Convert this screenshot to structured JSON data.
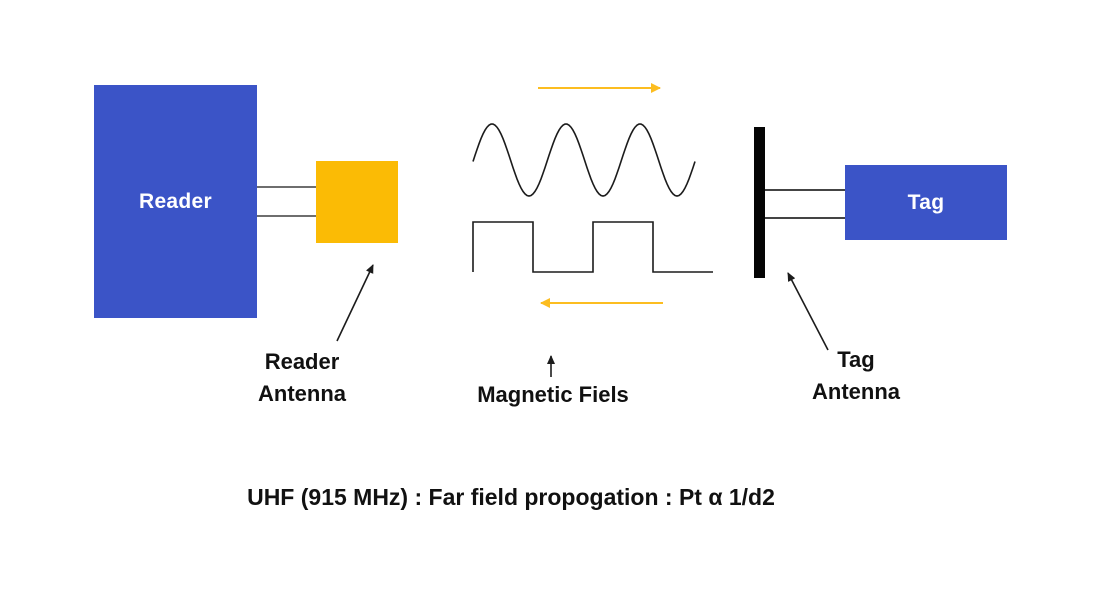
{
  "diagram": {
    "reader": {
      "label": "Reader"
    },
    "tag": {
      "label": "Tag"
    },
    "labels": {
      "reader_antenna": "Reader\nAntenna",
      "magnetic_field": "Magnetic Fiels",
      "tag_antenna": "Tag\nAntenna"
    },
    "caption": "UHF (915 MHz) : Far field propogation : Pt α 1/d2"
  },
  "colors": {
    "box_blue": "#3b54c7",
    "antenna_yellow": "#fbbb05",
    "arrow_yellow": "#fcbd20",
    "line_dark": "#1c1c1c",
    "text_dark": "#111111",
    "background": "#ffffff"
  }
}
